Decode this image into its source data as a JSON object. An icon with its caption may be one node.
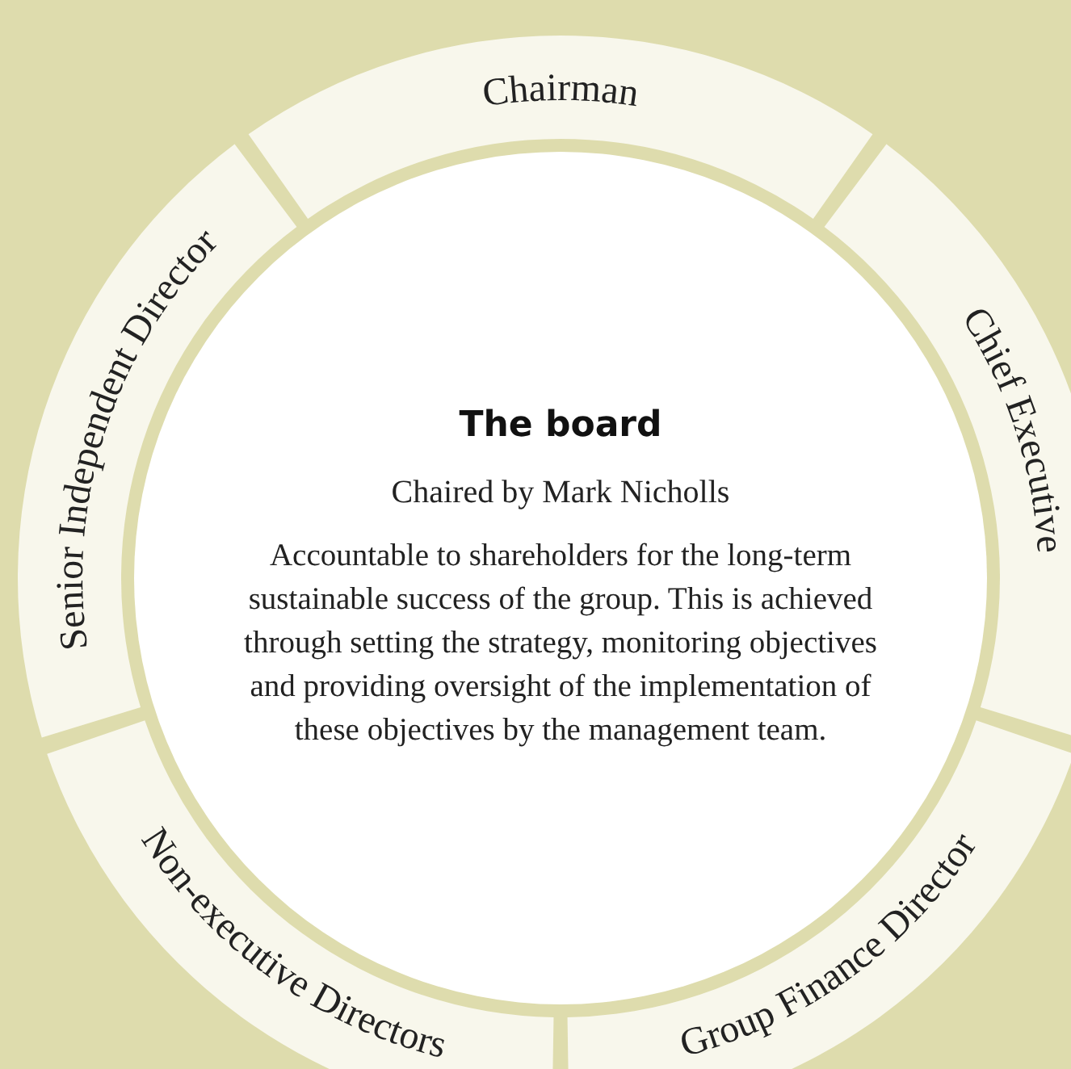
{
  "diagram": {
    "nodes": [
      {
        "text": [
          "The board",
          "Chaired by Mark Nicholls",
          "Accountable to shareholders for the long-term sustainable success of the group. This is achieved through setting the strategy, monitoring objectives and providing oversight of the implementation of these objectives by the management team."
        ]
      },
      {
        "text": [
          "Chairman"
        ]
      },
      {
        "text": [
          "Chief Executive"
        ]
      },
      {
        "text": [
          "Group Finance Director"
        ]
      },
      {
        "text": [
          "Non-executive Directors"
        ]
      },
      {
        "text": [
          "Senior Independent Director"
        ]
      }
    ]
  }
}
